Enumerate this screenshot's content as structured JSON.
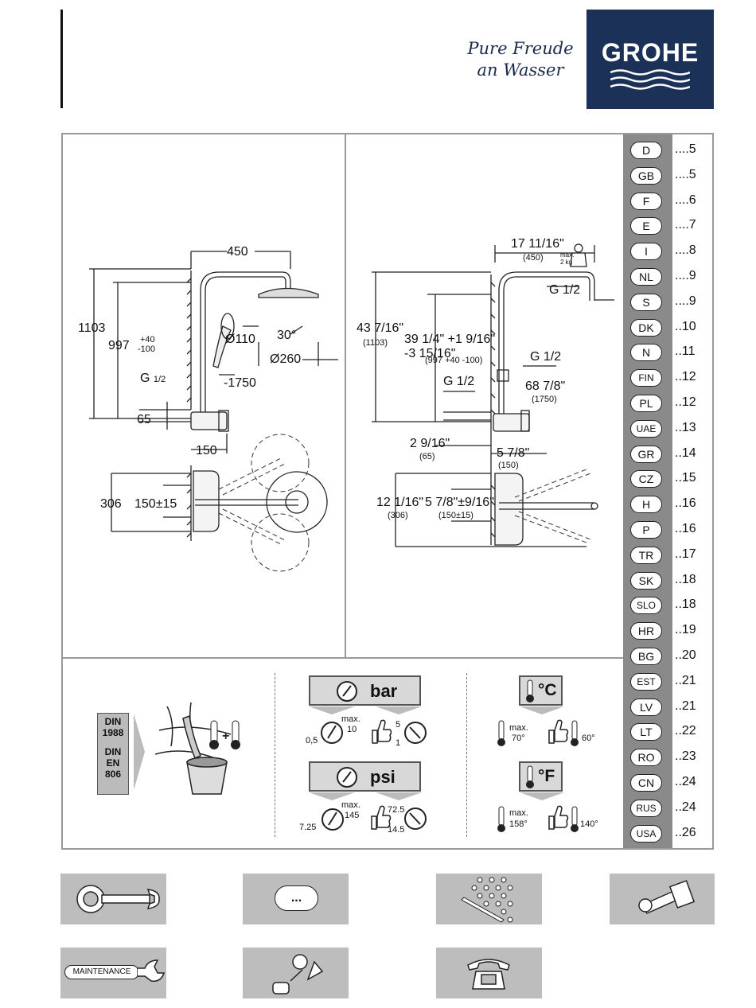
{
  "header": {
    "slogan_line1": "Pure Freude",
    "slogan_line2": "an Wasser",
    "brand": "GROHE"
  },
  "languages": [
    {
      "code": "D",
      "page": "....5"
    },
    {
      "code": "GB",
      "page": "....5"
    },
    {
      "code": "F",
      "page": "....6"
    },
    {
      "code": "E",
      "page": "....7"
    },
    {
      "code": "I",
      "page": "....8"
    },
    {
      "code": "NL",
      "page": "....9"
    },
    {
      "code": "S",
      "page": "....9"
    },
    {
      "code": "DK",
      "page": "..10"
    },
    {
      "code": "N",
      "page": "..11"
    },
    {
      "code": "FIN",
      "page": "..12"
    },
    {
      "code": "PL",
      "page": "..12"
    },
    {
      "code": "UAE",
      "page": "..13"
    },
    {
      "code": "GR",
      "page": "..14"
    },
    {
      "code": "CZ",
      "page": "..15"
    },
    {
      "code": "H",
      "page": "..16"
    },
    {
      "code": "P",
      "page": "..16"
    },
    {
      "code": "TR",
      "page": "..17"
    },
    {
      "code": "SK",
      "page": "..18"
    },
    {
      "code": "SLO",
      "page": "..18"
    },
    {
      "code": "HR",
      "page": "..19"
    },
    {
      "code": "BG",
      "page": "..20"
    },
    {
      "code": "EST",
      "page": "..21"
    },
    {
      "code": "LV",
      "page": "..21"
    },
    {
      "code": "LT",
      "page": "..22"
    },
    {
      "code": "RO",
      "page": "..23"
    },
    {
      "code": "CN",
      "page": "..24"
    },
    {
      "code": "RUS",
      "page": "..24"
    },
    {
      "code": "USA",
      "page": "..26"
    }
  ],
  "metric": {
    "width": "450",
    "height_total": "1103",
    "height_arm": "997",
    "tol_plus": "+40",
    "tol_minus": "-100",
    "angle": "30°",
    "dia_hand": "Ø110",
    "dia_head": "Ø260",
    "thread": "G",
    "thread_frac": "1/2",
    "hand_height": "1750",
    "dist_65": "65",
    "dist_150": "150",
    "plan_306": "306",
    "plan_150": "150±15"
  },
  "imperial": {
    "width": "17 11/16\"",
    "width_mm": "(450)",
    "max_load": "max.",
    "max_load2": "2 kg",
    "height_total": "43 7/16\"",
    "height_total_mm": "(1103)",
    "height_arm": "39 1/4\" +1 9/16\" -3 15/16\"",
    "height_arm_mm": "(997 +40 -100)",
    "thread": "G 1/2",
    "hand_height": "68 7/8\"",
    "hand_height_mm": "(1750)",
    "dist_65": "2 9/16\"",
    "dist_65_mm": "(65)",
    "dist_150": "5 7/8\"",
    "dist_150_mm": "(150)",
    "plan_306": "12 1/16\"",
    "plan_306_mm": "(306)",
    "plan_150": "5 7/8\"±9/16\"",
    "plan_150_mm": "(150±15)"
  },
  "din": {
    "line1": "DIN",
    "line2": "1988",
    "line3": "DIN",
    "line4": "EN",
    "line5": "806"
  },
  "pressure_bar": {
    "unit": "bar",
    "min": "0,5",
    "max_label": "max.",
    "max": "10",
    "rec_hi": "5",
    "rec_lo": "1"
  },
  "pressure_psi": {
    "unit": "psi",
    "min": "7.25",
    "max_label": "max.",
    "max": "145",
    "rec_hi": "72.5",
    "rec_lo": "14.5"
  },
  "temp_c": {
    "unit": "°C",
    "max_label": "max.",
    "max": "70°",
    "rec": "60°"
  },
  "temp_f": {
    "unit": "°F",
    "max_label": "max.",
    "max": "158°",
    "rec": "140°"
  },
  "footer": {
    "dots_label": "...",
    "maintenance_label": "MAINTENANCE"
  }
}
